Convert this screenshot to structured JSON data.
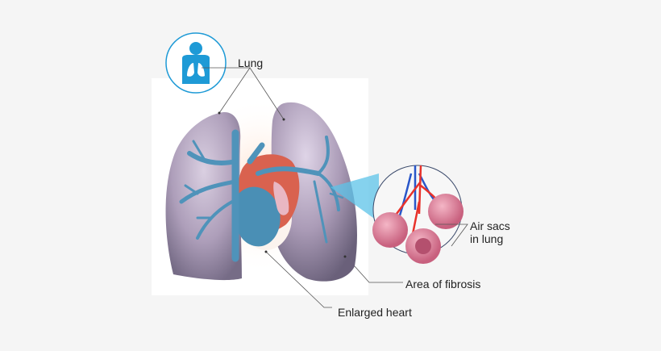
{
  "diagram": {
    "labels": {
      "lung": "Lung",
      "air_sacs_line1": "Air sacs",
      "air_sacs_line2": "in lung",
      "fibrosis": "Area of fibrosis",
      "enlarged_heart": "Enlarged heart"
    },
    "icons": [
      "lung-person-icon"
    ],
    "colors": {
      "background": "#f5f5f5",
      "icon_blue": "#1e9ad6",
      "lung_purple": "#9a8aa8",
      "vessel_blue": "#4a8fb5",
      "heart_red": "#d9624f",
      "alveoli_pink": "#d9809a",
      "artery_red": "#e8322b",
      "vein_blue": "#2956c9",
      "callout_cyan": "#5cc3e8"
    }
  }
}
